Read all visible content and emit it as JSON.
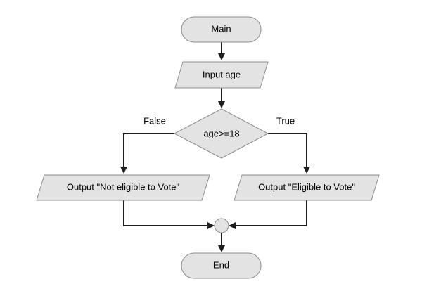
{
  "flowchart": {
    "start_label": "Main",
    "input_label": "Input age",
    "decision_label": "age>=18",
    "false_label": "False",
    "true_label": "True",
    "output_false_label": "Output \"Not eligible to Vote\"",
    "output_true_label": "Output \"Eligible to Vote\"",
    "end_label": "End"
  },
  "colors": {
    "node_fill": "#e3e3e3",
    "node_stroke": "#8c8c8c",
    "edge": "#1e1e1e",
    "text": "#000000"
  }
}
